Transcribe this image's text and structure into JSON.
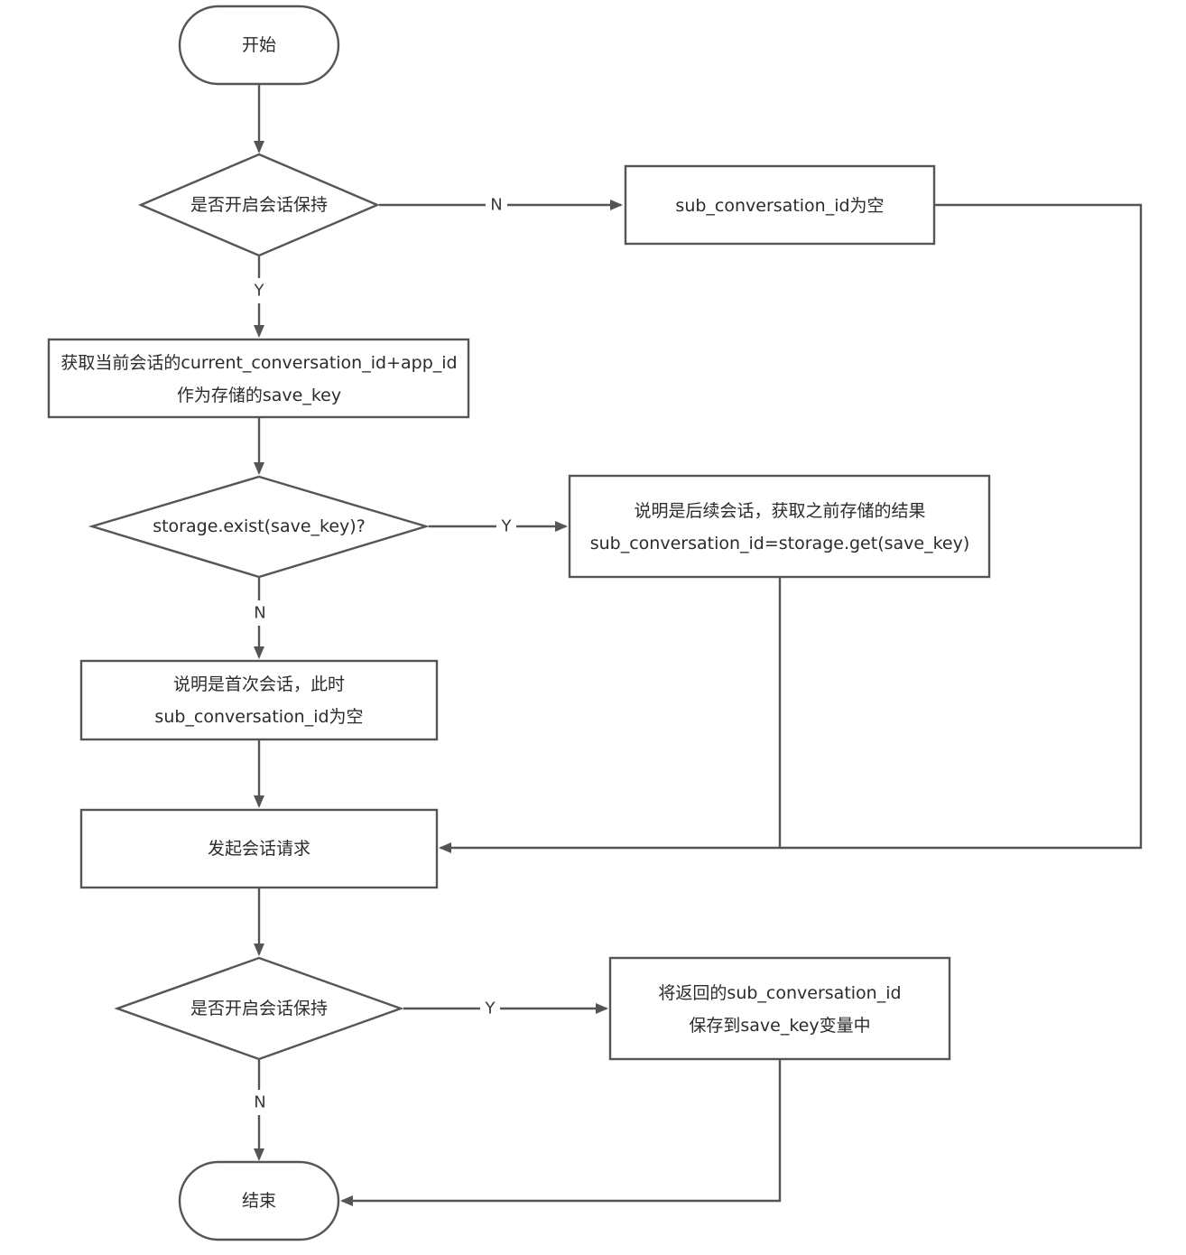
{
  "flowchart": {
    "start": {
      "label": "开始"
    },
    "check_keep_1": {
      "label": "是否开启会话保持"
    },
    "sub_id_empty": {
      "label": "sub_conversation_id为空"
    },
    "get_save_key": {
      "line1": "获取当前会话的current_conversation_id+app_id",
      "line2": "作为存储的save_key"
    },
    "storage_exist": {
      "label": "storage.exist(save_key)?"
    },
    "follow_up": {
      "line1": "说明是后续会话，获取之前存储的结果",
      "line2": "sub_conversation_id=storage.get(save_key)"
    },
    "first_session": {
      "line1": "说明是首次会话，此时",
      "line2": "sub_conversation_id为空"
    },
    "send_request": {
      "label": "发起会话请求"
    },
    "check_keep_2": {
      "label": "是否开启会话保持"
    },
    "save_result": {
      "line1": "将返回的sub_conversation_id",
      "line2": "保存到save_key变量中"
    },
    "end": {
      "label": "结束"
    },
    "edge_labels": {
      "keep1_no": "N",
      "keep1_yes": "Y",
      "exist_yes": "Y",
      "exist_no": "N",
      "keep2_yes": "Y",
      "keep2_no": "N"
    }
  }
}
